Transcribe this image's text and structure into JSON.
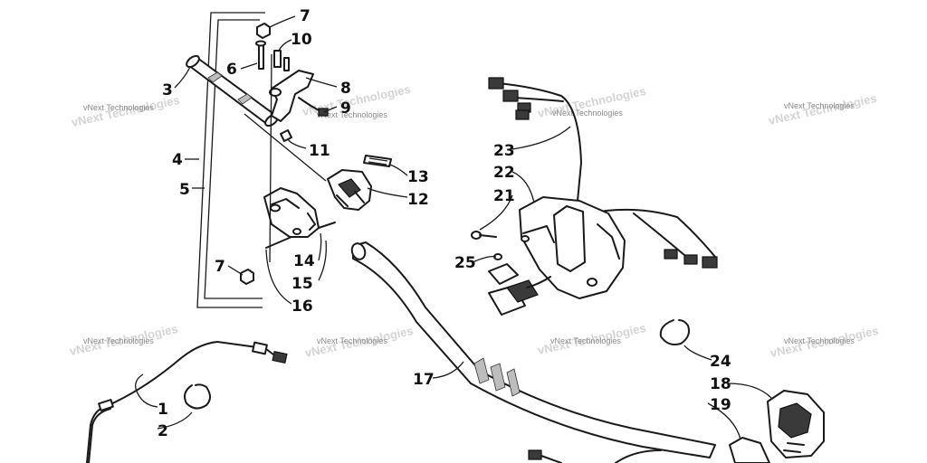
{
  "watermark": {
    "text": "vNext Technologies"
  },
  "callouts": [
    {
      "id": "7a",
      "label": "7"
    },
    {
      "id": "10",
      "label": "10"
    },
    {
      "id": "6",
      "label": "6"
    },
    {
      "id": "3",
      "label": "3"
    },
    {
      "id": "8",
      "label": "8"
    },
    {
      "id": "9",
      "label": "9"
    },
    {
      "id": "11",
      "label": "11"
    },
    {
      "id": "4",
      "label": "4"
    },
    {
      "id": "13",
      "label": "13"
    },
    {
      "id": "5",
      "label": "5"
    },
    {
      "id": "12",
      "label": "12"
    },
    {
      "id": "7b",
      "label": "7"
    },
    {
      "id": "14",
      "label": "14"
    },
    {
      "id": "15",
      "label": "15"
    },
    {
      "id": "16",
      "label": "16"
    },
    {
      "id": "23",
      "label": "23"
    },
    {
      "id": "22",
      "label": "22"
    },
    {
      "id": "21",
      "label": "21"
    },
    {
      "id": "25",
      "label": "25"
    },
    {
      "id": "17",
      "label": "17"
    },
    {
      "id": "1",
      "label": "1"
    },
    {
      "id": "2",
      "label": "2"
    },
    {
      "id": "24",
      "label": "24"
    },
    {
      "id": "18",
      "label": "18"
    },
    {
      "id": "19",
      "label": "19"
    }
  ]
}
